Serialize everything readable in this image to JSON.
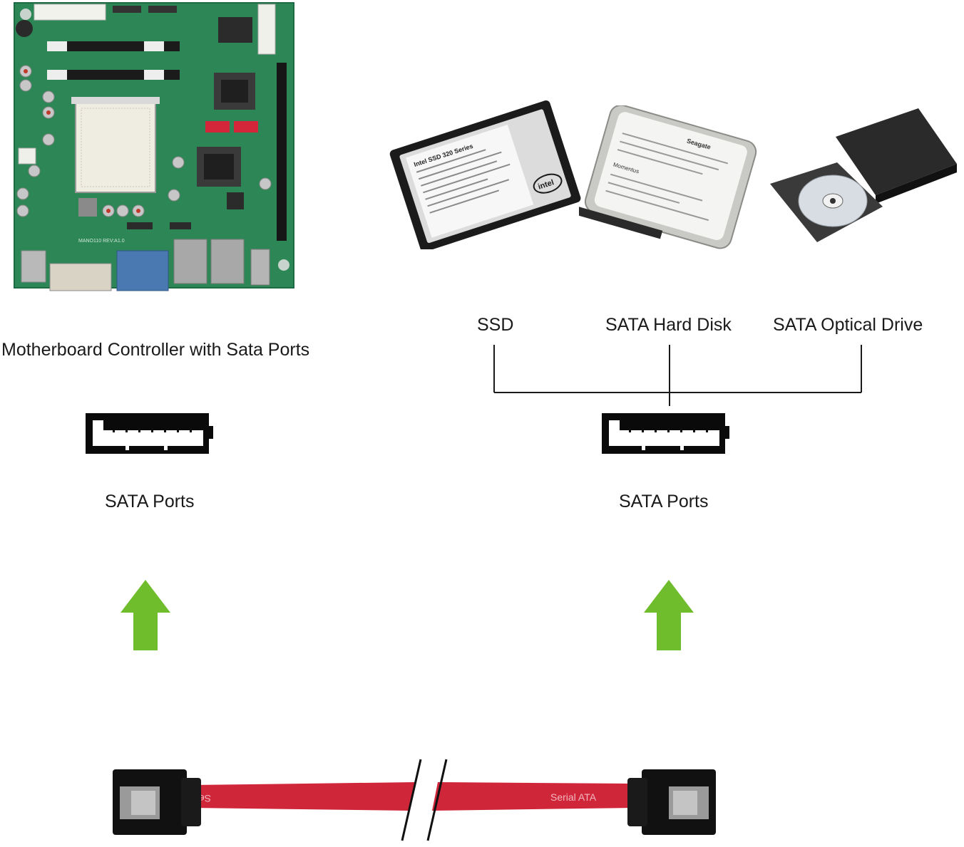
{
  "motherboard": {
    "caption": "Motherboard Controller with Sata Ports",
    "port_caption": "SATA Ports",
    "silkscreen": "MANO110 REV:A1.0"
  },
  "devices": {
    "ssd": {
      "label": "SSD",
      "brand": "intel",
      "sticker_title": "Intel SSD 320 Series"
    },
    "hdd": {
      "label": "SATA Hard Disk",
      "brand": "Seagate",
      "sticker_title": "Momentus"
    },
    "optical": {
      "label": "SATA Optical Drive"
    },
    "port_caption": "SATA Ports"
  },
  "cable": {
    "print_left": "Serial ATA",
    "print_right": "Serial ATA"
  },
  "colors": {
    "arrow": "#6fbc2c",
    "pcb": "#2f8a5a",
    "cable": "#d0263a",
    "connector": "#111111"
  }
}
